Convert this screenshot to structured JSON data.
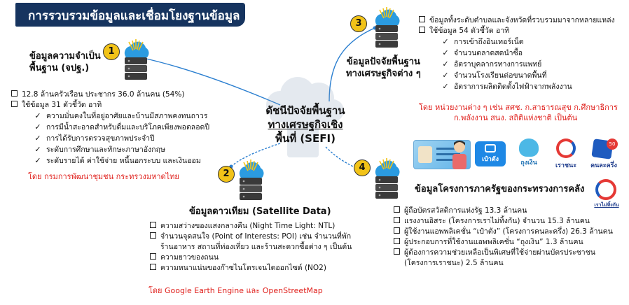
{
  "title": "การรวบรวมข้อมูลและเชื่อมโยงฐานข้อมูล",
  "center": {
    "line1": "ดัชนีปัจจัยพื้นฐาน",
    "line2": "ทางเศรษฐกิจเชิง",
    "line3": "พื้นที่ (SEFI)"
  },
  "section1": {
    "number": "1",
    "heading1": "ข้อมูลความจำเป็น",
    "heading2": "พื้นฐาน (จปฐ.)",
    "items": [
      "12.8 ล้านครัวเรือน ประชากร 36.0 ล้านคน (54%)",
      "ใช้ข้อมูล 31 ตัวชี้วัด อาทิ"
    ],
    "subitems": [
      "ความมั่นคงในที่อยู่อาศัยและบ้านมีสภาพคงทนถาวร",
      "การมีน้ำสะอาดสำหรับดื่มและบริโภคเพียงพอตลอดปี",
      "การได้รับการตรวจสุขภาพประจำปี",
      "ระดับการศึกษาและทักษะภาษาอังกฤษ",
      "ระดับรายได้ ค่าใช้จ่าย หนี้นอกระบบ และเงินออม"
    ],
    "source": "โดย กรมการพัฒนาชุมชน กระทรวงมหาดไทย"
  },
  "section2": {
    "number": "2",
    "heading": "ข้อมูลดาวเทียม (Satellite Data)",
    "items": [
      "ความสว่างของแสงกลางคืน (Night Time Light: NTL)",
      "จำนวนจุดสนใจ (Point of Interests: POI) เช่น จำนวนที่พัก",
      "ความยาวของถนน",
      "ความหนาแน่นของก๊าซไนโตรเจนไดออกไซด์ (NO2)"
    ],
    "item2_cont": "ร้านอาหาร สถานที่ท่องเที่ยว และร้านสะดวกซื้อต่าง ๆ เป็นต้น",
    "source": "โดย Google Earth Engine และ OpenStreetMap"
  },
  "section3": {
    "number": "3",
    "heading1": "ข้อมูลปัจจัยพื้นฐาน",
    "heading2": "ทางเศรษฐกิจต่าง ๆ",
    "items": [
      "ข้อมูลทั้งระดับตำบลและจังหวัดที่รวบรวมมาจากหลายแหล่ง",
      "ใช้ข้อมูล 54 ตัวชี้วัด อาทิ"
    ],
    "subitems": [
      "การเข้าถึงอินเทอร์เน็ต",
      "จำนวนตลาดสดนำซื้อ",
      "อัตราบุคลากรทางการแพทย์",
      "จำนวนโรงเรียนต่อขนาดพื้นที่",
      "อัตราการผลิตติดตั้งไฟฟ้าจากพลังงาน"
    ],
    "source1": "โดย หน่วยงานต่าง ๆ เช่น สศช. ก.สาธารณสุข ก.ศึกษาธิการ",
    "source2": "ก.พลังงาน สนง. สถิติแห่งชาติ เป็นต้น"
  },
  "section4": {
    "number": "4",
    "heading": "ข้อมูลโครงการภาครัฐของกระทรวงการคลัง",
    "items": [
      "ผู้ถือบัตรสวัสดิการแห่งรัฐ 13.3 ล้านคน",
      "แรงงานอิสระ (โครงการเราไม่ทิ้งกัน) จำนวน 15.3 ล้านคน",
      "ผู้ใช้งานแอพพลิเคชั่น “เป๋าตัง” (โครงการคนละครึ่ง) 26.3 ล้านคน",
      "ผู้ประกอบการที่ใช้งานแอพพลิเคชั่น “ถุงเงิน” 1.3 ล้านคน",
      "ผู้ต้องการความช่วยเหลือเป็นพิเศษที่ใช้จ่ายผ่านบัตรประชาชน"
    ],
    "item5_cont": "(โครงการเราชนะ) 2.5 ล้านคน",
    "logos": {
      "paotang": "เป๋าตัง",
      "thungngern": "ถุงเงิน",
      "rao_chana": "เราชนะ",
      "khon_la_khrueng": "คนละครึ่ง",
      "rao_mai_thing": "เราไม่ทิ้งกัน"
    }
  },
  "colors": {
    "title_bg": "#16345f",
    "source_red": "#e0201c",
    "badge": "#f2c318",
    "cloud": "#2b9be0"
  }
}
